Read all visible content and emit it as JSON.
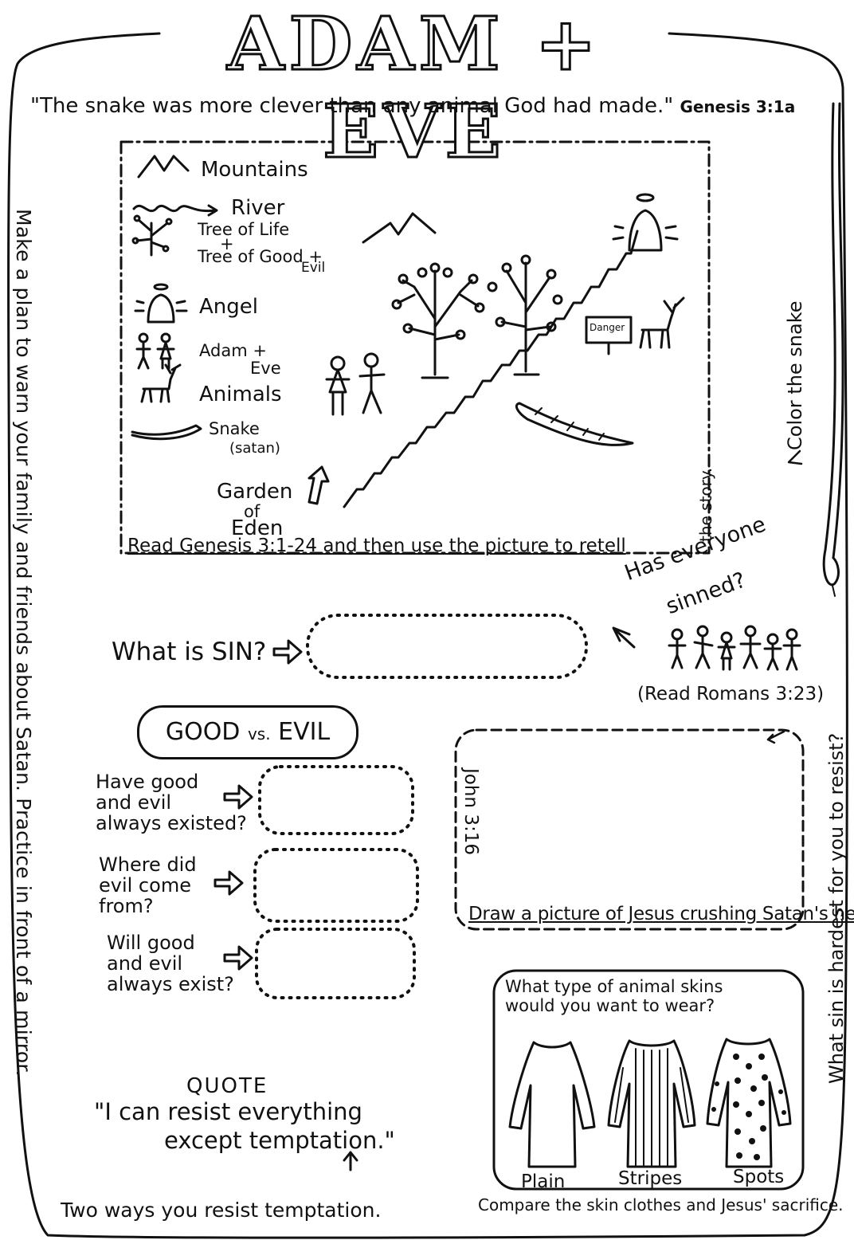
{
  "title": "ADAM + EVE",
  "top_quote": {
    "text": "\"The snake was more clever than any animal God had made.\"",
    "reference": "Genesis 3:1a"
  },
  "legend": {
    "mountains": "Mountains",
    "river": "River",
    "tree_of_life": "Tree of Life",
    "plus": "+",
    "tree_of_good_evil_1": "Tree of Good +",
    "tree_of_good_evil_2": "Evil",
    "angel": "Angel",
    "adam_eve_1": "Adam +",
    "adam_eve_2": "Eve",
    "animals": "Animals",
    "snake": "Snake",
    "snake_sub": "(satan)"
  },
  "map": {
    "garden_1": "Garden",
    "garden_2": "of",
    "garden_3": "Eden",
    "danger_sign": "Danger",
    "instruction": "Read Genesis 3:1-24 and then use the picture to retell",
    "instruction_end": "the story."
  },
  "left_side_text": "Make a plan to warn your family and friends about Satan. Practice in front of a mirror.",
  "color_snake": "Color the snake",
  "sin_question": "What is SIN?",
  "has_everyone": {
    "line1": "Has everyone",
    "line2": "sinned?",
    "read": "(Read Romans 3:23)"
  },
  "good_vs_evil": {
    "good": "GOOD",
    "vs": "vs.",
    "evil": "EVIL",
    "q1": [
      "Have good",
      "and evil",
      "always existed?"
    ],
    "q2": [
      "Where did",
      "evil come",
      "from?"
    ],
    "q3": [
      "Will good",
      "and evil",
      "always exist?"
    ]
  },
  "draw_box": {
    "john": "John 3:16",
    "draw": "Draw a picture of Jesus crushing Satan's head!"
  },
  "right_side_text": "What sin is hardest for you to resist?",
  "skins": {
    "question_1": "What type of animal skins",
    "question_2": "would you want to wear?",
    "plain": "Plain",
    "stripes": "Stripes",
    "spots": "Spots",
    "compare": "Compare the skin clothes and Jesus' sacrifice."
  },
  "quote": {
    "label": "QUOTE",
    "line1": "\"I can resist everything",
    "line2": "except temptation.\""
  },
  "bottom_text": "Two ways you resist temptation."
}
